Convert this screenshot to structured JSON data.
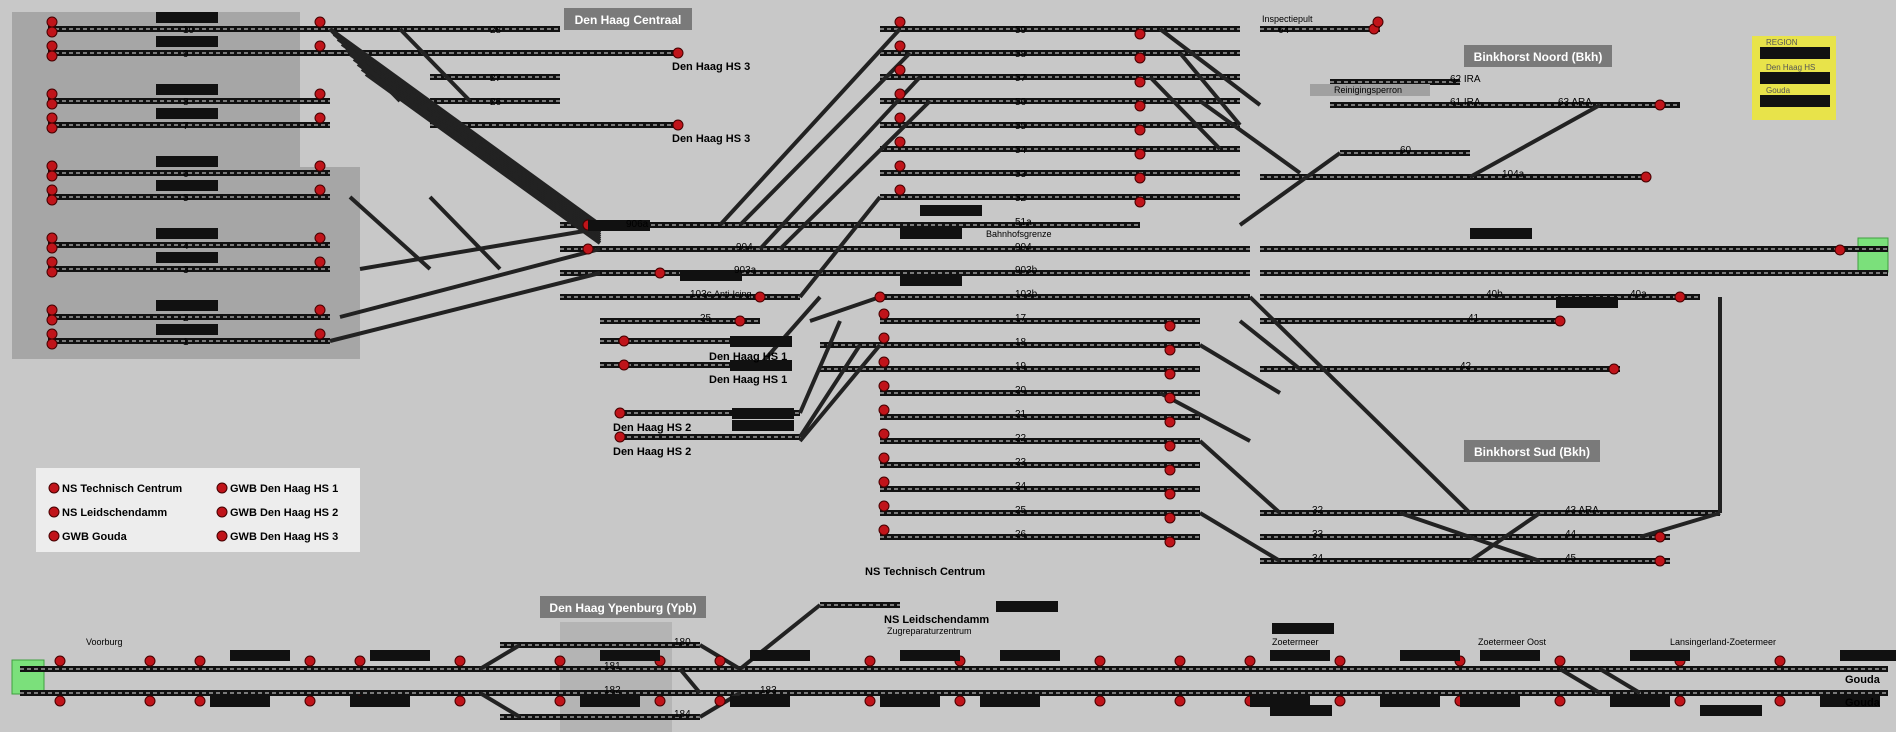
{
  "stations": [
    {
      "label": "Den Haag Centraal"
    },
    {
      "label": "Binkhorst Noord (Bkh)"
    },
    {
      "label": "Binkhorst Sud (Bkh)"
    },
    {
      "label": "Den Haag Ypenburg (Ypb)"
    }
  ],
  "place_labels": {
    "hs3_a": "Den Haag HS 3",
    "hs3_b": "Den Haag HS 3",
    "hs1_a": "Den Haag HS 1",
    "hs1_b": "Den Haag HS 1",
    "hs2_a": "Den Haag HS 2",
    "hs2_b": "Den Haag HS 2",
    "ns_tc": "NS Technisch Centrum",
    "ns_ld": "NS Leidschendamm",
    "zug": "Zugreparaturzentrum",
    "inspectiepult": "Inspectiepult",
    "reiniging": "Reinigingsperron",
    "bahnhof": "Bahnhofsgrenze",
    "anti": "Anti-Icing",
    "voorburg": "Voorburg",
    "zoetermeer": "Zoetermeer",
    "zoet_oost": "Zoetermeer Oost",
    "lansinger": "Lansingerland-Zoetermeer",
    "gouda_a": "Gouda",
    "gouda_b": "Gouda"
  },
  "track_numbers": {
    "left": [
      "10",
      "9",
      "8",
      "7",
      "6",
      "5",
      "4",
      "3",
      "2",
      "1"
    ],
    "top": [
      "28",
      "27",
      "26"
    ],
    "mid": [
      "906a",
      "904",
      "903a",
      "103c",
      "25"
    ],
    "right_col": [
      "59",
      "58",
      "57",
      "56",
      "55",
      "54",
      "53",
      "52",
      "51a",
      "904",
      "903b",
      "103b",
      "17",
      "18",
      "19",
      "20",
      "21",
      "22",
      "23",
      "24",
      "25",
      "26"
    ],
    "far": [
      "64",
      "62 IRA",
      "61 IRA",
      "63 ARA",
      "60",
      "104a",
      "40b",
      "40a",
      "41",
      "42",
      "32",
      "33",
      "34",
      "43 ARA",
      "44",
      "45"
    ],
    "bottom": [
      "181",
      "182",
      "180",
      "183",
      "184"
    ]
  },
  "legend": {
    "items": [
      "NS Technisch Centrum",
      "NS Leidschendamm",
      "GWB Gouda",
      "GWB Den Haag HS 1",
      "GWB Den Haag HS 2",
      "GWB Den Haag HS 3"
    ]
  },
  "region": {
    "title": "REGION",
    "items": [
      "Den Haag HS",
      "Gouda"
    ]
  },
  "colors": {
    "background": "#c8c8c8",
    "signal": "#c0141a",
    "region_panel": "#e8e34a",
    "boundary": "#7be07b",
    "station_header": "#7a7a7a"
  }
}
